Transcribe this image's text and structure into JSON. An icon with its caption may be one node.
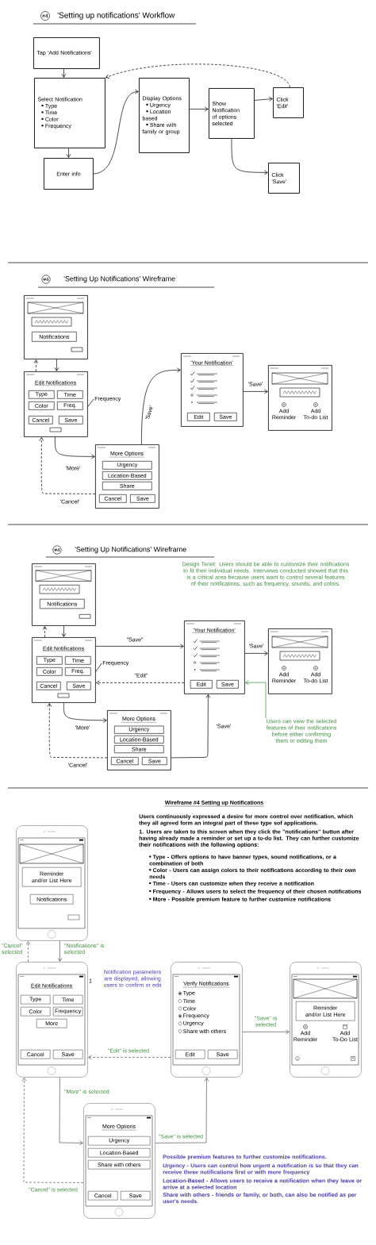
{
  "diagram": {
    "title": "'Setting up notifications' Workflow",
    "nodes": [
      {
        "text": [
          "Tap 'Add Notifications'"
        ]
      },
      {
        "text": [
          "Select Notification",
          "Type",
          "Time",
          "Color",
          "Frequency"
        ]
      },
      {
        "text": [
          "Enter info"
        ]
      },
      {
        "text": [
          "Display Options",
          "Urgency",
          "Location based",
          "Share with family or group"
        ]
      },
      {
        "text": [
          "Show Notification of options selected"
        ]
      },
      {
        "text": [
          "Click 'Edit'"
        ]
      },
      {
        "text": [
          "Click 'Save'"
        ]
      },
      {
        "text": [
          "Notifications"
        ]
      },
      {
        "text": [
          "Edit Notifications",
          "Type",
          "Time",
          "Color",
          "Freq.",
          "Cancel",
          "Save"
        ]
      },
      {
        "text": [
          "Frequency"
        ]
      },
      {
        "text": [
          "More Options",
          "Urgency",
          "Location-Based",
          "Share",
          "Cancel",
          "Save"
        ]
      },
      {
        "text": [
          "'Your Notification'",
          "Edit",
          "Save"
        ]
      },
      {
        "text": [
          "Add Reminder",
          "Add To-do List"
        ]
      },
      {
        "text": [
          "Notifications"
        ]
      },
      {
        "text": [
          "Edit Notifications",
          "Type",
          "Time",
          "Color",
          "Freq.",
          "Cancel",
          "Save"
        ]
      },
      {
        "text": [
          "Frequency"
        ]
      },
      {
        "text": [
          "More Options",
          "Urgency",
          "Location-Based",
          "Share",
          "Cancel",
          "Save"
        ]
      },
      {
        "text": [
          "'Your Notification'",
          "Edit",
          "Save"
        ]
      },
      {
        "text": [
          "Add Reminder",
          "Add To-do List"
        ]
      },
      {
        "text": [
          "Users can view the selected features of their notifications before either confirming them or editing them"
        ]
      },
      {
        "text": [
          "Reminder and/or List Here",
          "Notifications"
        ]
      },
      {
        "text": [
          "Edit Notifications",
          "Type",
          "Time",
          "Color",
          "Frequency",
          "More",
          "Cancel",
          "Save"
        ],
        "beside": [
          "1"
        ]
      },
      {
        "text": [
          "Verify Notifications",
          "Type",
          "Time",
          "Color",
          "Frequency",
          "Urgency",
          "Share with others",
          "Edit",
          "Save"
        ],
        "beside": [
          "Notification parameters are displayed, allowing users to confirm or edit"
        ]
      },
      {
        "text": [
          "Reminder and/or List Here",
          "Add Reminder",
          "Add To-Do List"
        ]
      },
      {
        "text": [
          "More Options",
          "Urgency",
          "Location-Based",
          "Share with others",
          "Cancel",
          "Save"
        ],
        "beside": [
          "Possible premium features to further customize notifications.",
          "Urgency - Users can control how urgent a notification is so that they can receive these notifications first or with more frequency",
          "Location-Based - Allows users to receive a notification when they leave or arrive at a selected location",
          "Share with others - friends or family, or both, can also be notified as per user's needs."
        ]
      }
    ],
    "edges": [
      {
        "from": 0,
        "to": 1,
        "arrow": "to"
      },
      {
        "from": 1,
        "to": 2,
        "arrow": "to"
      },
      {
        "from": 2,
        "to": 3,
        "arrow": "to"
      },
      {
        "from": 3,
        "to": 4,
        "arrow": "to"
      },
      {
        "from": 4,
        "to": 5,
        "arrow": "to"
      },
      {
        "from": 4,
        "to": 6,
        "arrow": "to"
      },
      {
        "from": 5,
        "to": 1,
        "arrow": "to",
        "style": "dashed"
      },
      {
        "from": 7,
        "to": 8,
        "arrow": "to"
      },
      {
        "from": 8,
        "to": 7,
        "arrow": "to",
        "style": "dashed"
      },
      {
        "from": 9,
        "to": 8,
        "arrow": "none"
      },
      {
        "from": 8,
        "to": 10,
        "arrow": "to",
        "label": "'More'"
      },
      {
        "from": 10,
        "to": 8,
        "arrow": "to",
        "style": "dashed",
        "label": "'Cancel'"
      },
      {
        "from": 10,
        "to": 11,
        "arrow": "to",
        "label": "'Save'"
      },
      {
        "from": 11,
        "to": 12,
        "arrow": "to",
        "label": "'Save'"
      },
      {
        "from": 13,
        "to": 14,
        "arrow": "to"
      },
      {
        "from": 14,
        "to": 13,
        "arrow": "to",
        "style": "dashed"
      },
      {
        "from": 15,
        "to": 14,
        "arrow": "none"
      },
      {
        "from": 14,
        "to": 17,
        "arrow": "to",
        "label": "\"Save\""
      },
      {
        "from": 17,
        "to": 14,
        "arrow": "to",
        "style": "dashed",
        "label": "\"Edit\""
      },
      {
        "from": 14,
        "to": 16,
        "arrow": "to",
        "label": "'More'"
      },
      {
        "from": 16,
        "to": 14,
        "arrow": "to",
        "style": "dashed",
        "label": "'Cancel'"
      },
      {
        "from": 16,
        "to": 17,
        "arrow": "to",
        "label": "'Save'"
      },
      {
        "from": 17,
        "to": 18,
        "arrow": "to",
        "label": "'Save'"
      },
      {
        "from": 19,
        "to": 17,
        "arrow": "to",
        "color": "#3c8a3c"
      },
      {
        "from": 20,
        "to": 21,
        "arrow": "to",
        "label": "\"Notifications\" is selected"
      },
      {
        "from": 21,
        "to": 20,
        "arrow": "to",
        "style": "dashed",
        "label": "\"Cancel\" selected"
      },
      {
        "from": 22,
        "to": 21,
        "arrow": "to",
        "style": "dashed",
        "label": "\"Edit\" is selected"
      },
      {
        "from": 22,
        "to": 23,
        "arrow": "to",
        "label": "\"Save\" is selected"
      },
      {
        "from": 21,
        "to": 24,
        "arrow": "to",
        "label": "\"More\" is selected"
      },
      {
        "from": 24,
        "to": 21,
        "arrow": "to",
        "style": "dashed",
        "label": "\"Cancel\" is selected"
      },
      {
        "from": 24,
        "to": 22,
        "arrow": "to",
        "label": "\"Save\" is selected"
      }
    ],
    "labels": [
      "#4",
      "#4",
      "'Setting Up Notifications' Wireframe",
      "#4",
      "'Setting Up Notifications' Wireframe",
      "Design Tenet: Users should be able to customize their notifications to fit their individual needs. Interviews conducted showed that this is a critical area because users want to control several features of their notifications, such as frequency, sounds, and colors.",
      "Wireframe #4 Setting up Notifications",
      "Users continuously expressed a desire for more control over notification, which they all agreed form an integral part of these type sof applications.",
      "1. Users are taken to this screen when they click the \"notifications\" button after having already made a reminder or set up a to-do list. They can further customize their notifications with the following options:",
      "Type - Offers options to have banner types, sound notifications, or a combination of both",
      "Color - Users can assign colors to their notifications according to their own needs",
      "Time - Users can customize when they receive a notification",
      "Frequency - Allows users to select the frequency of their chosen notifications",
      "More - Possible premium feature to further customize notifications"
    ]
  }
}
